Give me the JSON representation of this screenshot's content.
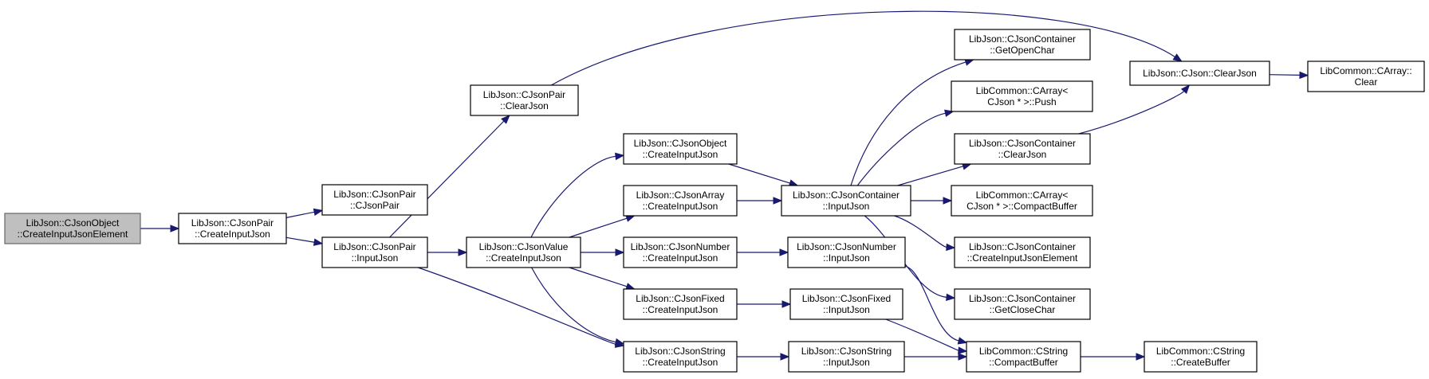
{
  "colors": {
    "edge": "#191970",
    "node_border": "#000000",
    "root_fill": "#bfbfbf",
    "root_border": "#666666"
  },
  "nodes": [
    {
      "id": "n0",
      "lines": [
        "LibJson::CJsonObject",
        "::CreateInputJsonElement"
      ],
      "root": true
    },
    {
      "id": "n1",
      "lines": [
        "LibJson::CJsonPair",
        "::CreateInputJson"
      ]
    },
    {
      "id": "n2",
      "lines": [
        "LibJson::CJsonPair",
        "::CJsonPair"
      ]
    },
    {
      "id": "n3",
      "lines": [
        "LibJson::CJsonPair",
        "::InputJson"
      ]
    },
    {
      "id": "n4",
      "lines": [
        "LibJson::CJsonPair",
        "::ClearJson"
      ]
    },
    {
      "id": "n5",
      "lines": [
        "LibJson::CJson::ClearJson"
      ]
    },
    {
      "id": "n6",
      "lines": [
        "LibCommon::CArray::",
        "Clear"
      ]
    },
    {
      "id": "n7",
      "lines": [
        "LibJson::CJsonValue",
        "::CreateInputJson"
      ]
    },
    {
      "id": "n8",
      "lines": [
        "LibJson::CJsonString",
        "::CreateInputJson"
      ]
    },
    {
      "id": "n9",
      "lines": [
        "LibJson::CJsonObject",
        "::CreateInputJson"
      ]
    },
    {
      "id": "n10",
      "lines": [
        "LibJson::CJsonArray",
        "::CreateInputJson"
      ]
    },
    {
      "id": "n11",
      "lines": [
        "LibJson::CJsonNumber",
        "::CreateInputJson"
      ]
    },
    {
      "id": "n12",
      "lines": [
        "LibJson::CJsonFixed",
        "::CreateInputJson"
      ]
    },
    {
      "id": "n13",
      "lines": [
        "LibJson::CJsonContainer",
        "::InputJson"
      ]
    },
    {
      "id": "n14",
      "lines": [
        "LibJson::CJsonNumber",
        "::InputJson"
      ]
    },
    {
      "id": "n15",
      "lines": [
        "LibJson::CJsonFixed",
        "::InputJson"
      ]
    },
    {
      "id": "n16",
      "lines": [
        "LibJson::CJsonString",
        "::InputJson"
      ]
    },
    {
      "id": "n17",
      "lines": [
        "LibJson::CJsonContainer",
        "::GetOpenChar"
      ]
    },
    {
      "id": "n18",
      "lines": [
        "LibCommon::CArray<",
        " CJson * >::Push"
      ]
    },
    {
      "id": "n19",
      "lines": [
        "LibJson::CJsonContainer",
        "::ClearJson"
      ]
    },
    {
      "id": "n20",
      "lines": [
        "LibCommon::CArray<",
        " CJson * >::CompactBuffer"
      ]
    },
    {
      "id": "n21",
      "lines": [
        "LibJson::CJsonContainer",
        "::CreateInputJsonElement"
      ]
    },
    {
      "id": "n22",
      "lines": [
        "LibJson::CJsonContainer",
        "::GetCloseChar"
      ]
    },
    {
      "id": "n23",
      "lines": [
        "LibCommon::CString",
        "::CompactBuffer"
      ]
    },
    {
      "id": "n24",
      "lines": [
        "LibCommon::CString",
        "::CreateBuffer"
      ]
    }
  ],
  "edges": [
    [
      "n0",
      "n1"
    ],
    [
      "n1",
      "n2"
    ],
    [
      "n1",
      "n3"
    ],
    [
      "n3",
      "n4"
    ],
    [
      "n3",
      "n7"
    ],
    [
      "n3",
      "n8"
    ],
    [
      "n4",
      "n5"
    ],
    [
      "n5",
      "n6"
    ],
    [
      "n7",
      "n9"
    ],
    [
      "n7",
      "n10"
    ],
    [
      "n7",
      "n11"
    ],
    [
      "n7",
      "n12"
    ],
    [
      "n7",
      "n8"
    ],
    [
      "n9",
      "n13"
    ],
    [
      "n10",
      "n13"
    ],
    [
      "n11",
      "n14"
    ],
    [
      "n12",
      "n15"
    ],
    [
      "n8",
      "n16"
    ],
    [
      "n13",
      "n17"
    ],
    [
      "n13",
      "n18"
    ],
    [
      "n13",
      "n19"
    ],
    [
      "n13",
      "n20"
    ],
    [
      "n13",
      "n21"
    ],
    [
      "n13",
      "n22"
    ],
    [
      "n19",
      "n5"
    ],
    [
      "n14",
      "n23"
    ],
    [
      "n15",
      "n23"
    ],
    [
      "n16",
      "n23"
    ],
    [
      "n23",
      "n24"
    ]
  ]
}
